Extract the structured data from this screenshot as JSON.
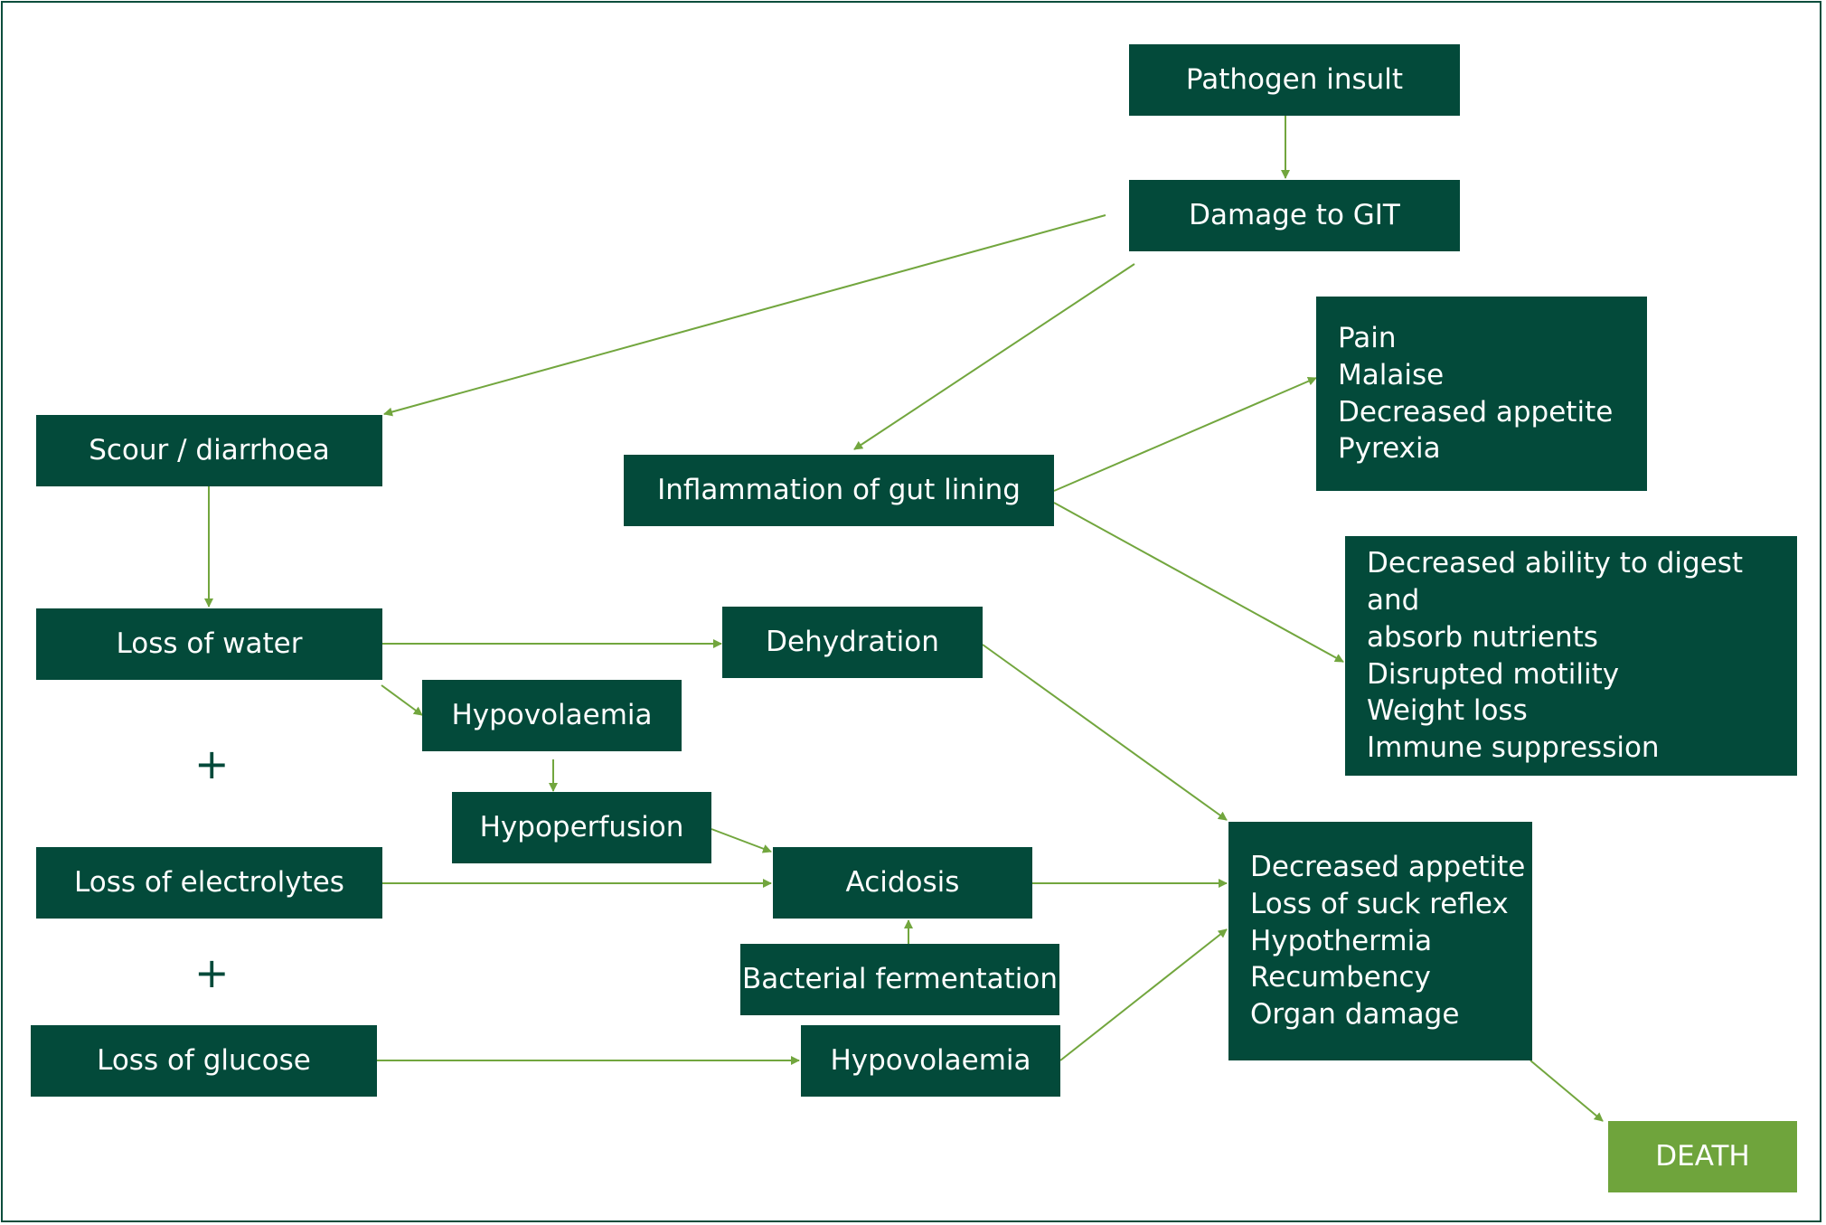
{
  "nodes": {
    "pathogen": "Pathogen insult",
    "damage": "Damage to GIT",
    "scour": "Scour / diarrhoea",
    "inflammation": "Inflammation of gut lining",
    "signs1": [
      "Pain",
      "Malaise",
      "Decreased appetite",
      "Pyrexia"
    ],
    "signs2": [
      "Decreased ability to digest and",
      "absorb nutrients",
      "Disrupted motility",
      "Weight loss",
      "Immune suppression"
    ],
    "loss_water": "Loss of water",
    "dehydration": "Dehydration",
    "hypovolaemia1": "Hypovolaemia",
    "hypoperfusion": "Hypoperfusion",
    "loss_electrolytes": "Loss of electrolytes",
    "acidosis": "Acidosis",
    "bacterial": "Bacterial fermentation",
    "loss_glucose": "Loss of glucose",
    "hypovolaemia2": "Hypovolaemia",
    "outcomes": [
      "Decreased appetite",
      "Loss of suck reflex",
      "Hypothermia",
      "Recumbency",
      "Organ damage"
    ],
    "death": "DEATH",
    "plus": "+"
  },
  "colors": {
    "box": "#034a3a",
    "arrow": "#72a63e",
    "death": "#6fa43c",
    "text": "#ffffff"
  }
}
